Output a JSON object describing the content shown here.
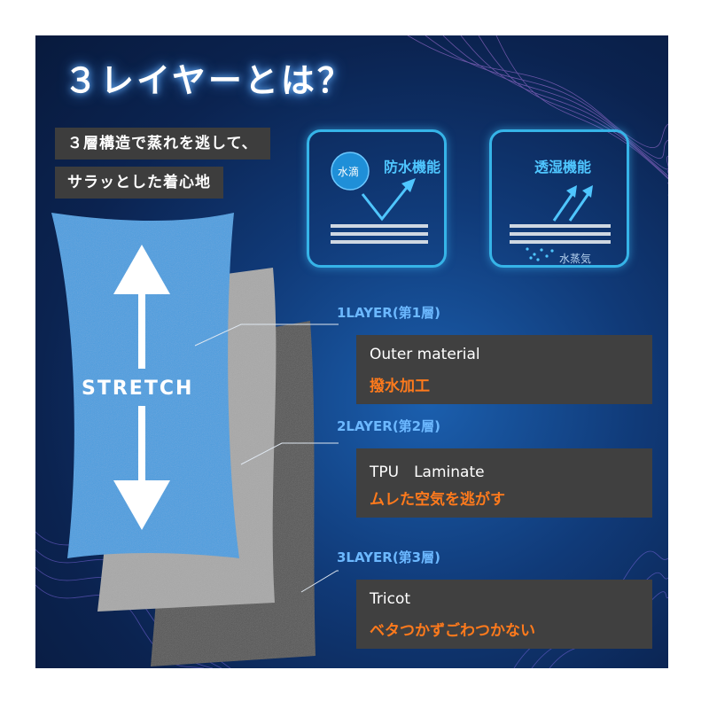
{
  "title": "３レイヤーとは？",
  "chips": [
    "３層構造で蒸れを逃して、",
    "サラッとした着心地"
  ],
  "features": {
    "waterproof": {
      "label": "防水機能",
      "drop_label": "水滴",
      "icon": "water-repel-icon"
    },
    "breathable": {
      "label": "透湿機能",
      "vapor_label": "水蒸気",
      "icon": "moisture-permeable-icon"
    }
  },
  "stretch_label": "STRETCH",
  "layers": [
    {
      "heading": "1LAYER(第1層)",
      "en": "Outer material",
      "jp": "撥水加工"
    },
    {
      "heading": "2LAYER(第2層)",
      "en": "TPU　Laminate",
      "jp": "ムレた空気を逃がす"
    },
    {
      "heading": "3LAYER(第3層)",
      "en": "Tricot",
      "jp": "ベタつかずごわつかない"
    }
  ],
  "colors": {
    "accent_cyan": "#36b4e8",
    "layer_heading": "#6cb8ff",
    "orange_text": "#ff7a1c",
    "layer_blue": "#4a9ee0",
    "layer_light_gray": "#a8a8a8",
    "layer_dark_gray": "#555555"
  }
}
